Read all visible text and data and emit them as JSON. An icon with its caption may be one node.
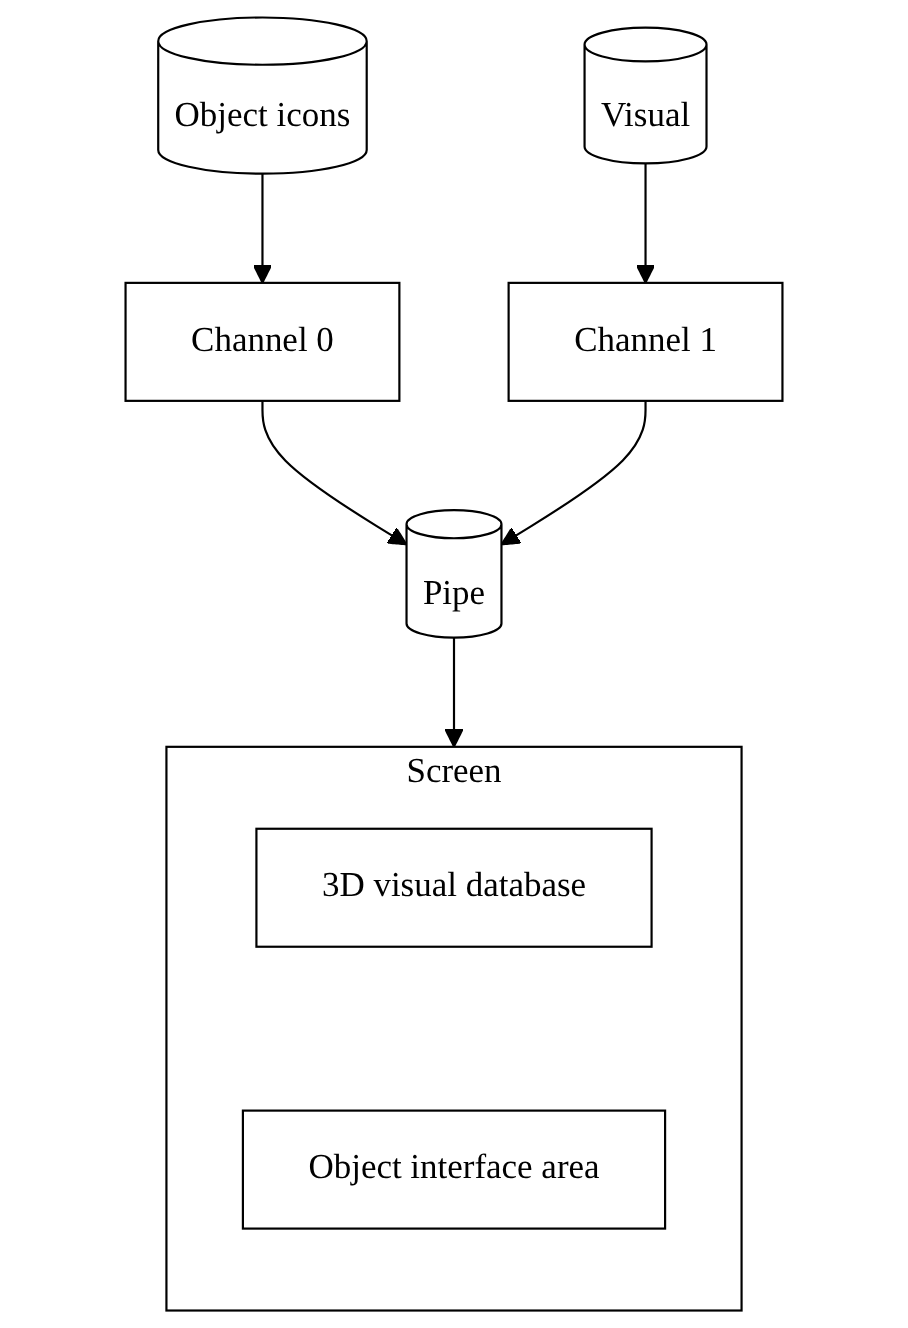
{
  "diagram": {
    "nodes": [
      {
        "text": [
          "Object icons"
        ]
      },
      {
        "text": [
          "Visual"
        ]
      },
      {
        "text": [
          "Channel 0"
        ]
      },
      {
        "text": [
          "Channel 1"
        ]
      },
      {
        "text": [
          "Pipe"
        ]
      },
      {
        "text": [
          "Screen"
        ]
      },
      {
        "text": [
          "3D visual database"
        ],
        "in": 5
      },
      {
        "text": [
          "Object interface area"
        ],
        "in": 5
      }
    ],
    "edges": [
      {
        "from": 0,
        "to": 2,
        "arrow": "to"
      },
      {
        "from": 1,
        "to": 3,
        "arrow": "to"
      },
      {
        "from": 2,
        "to": 4,
        "arrow": "to"
      },
      {
        "from": 3,
        "to": 4,
        "arrow": "to"
      },
      {
        "from": 4,
        "to": 5,
        "arrow": "to"
      }
    ]
  }
}
